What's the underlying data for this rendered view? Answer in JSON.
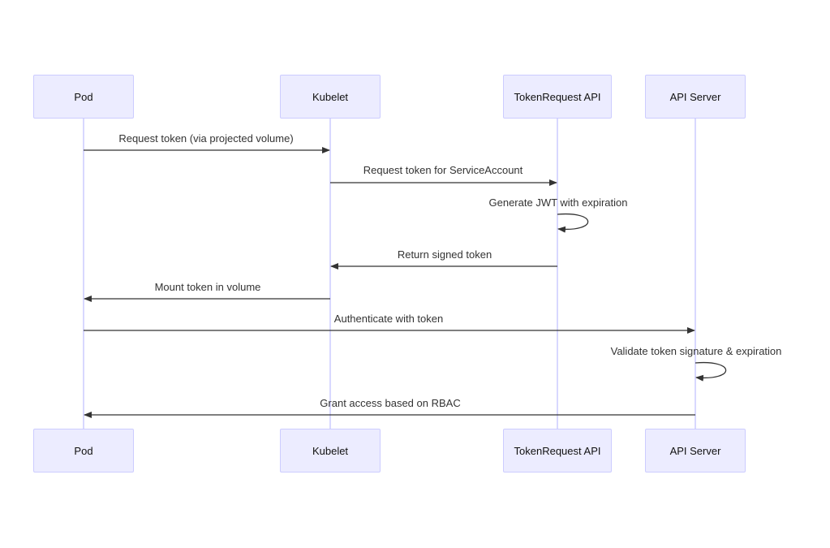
{
  "participants": [
    {
      "id": "pod",
      "label": "Pod"
    },
    {
      "id": "kubelet",
      "label": "Kubelet"
    },
    {
      "id": "tokenapi",
      "label": "TokenRequest API"
    },
    {
      "id": "apiserver",
      "label": "API Server"
    }
  ],
  "messages": [
    {
      "from": "pod",
      "to": "kubelet",
      "text": "Request token (via projected volume)"
    },
    {
      "from": "kubelet",
      "to": "tokenapi",
      "text": "Request token for ServiceAccount"
    },
    {
      "from": "tokenapi",
      "to": "tokenapi",
      "text": "Generate JWT with expiration"
    },
    {
      "from": "tokenapi",
      "to": "kubelet",
      "text": "Return signed token"
    },
    {
      "from": "kubelet",
      "to": "pod",
      "text": "Mount token in volume"
    },
    {
      "from": "pod",
      "to": "apiserver",
      "text": "Authenticate with token"
    },
    {
      "from": "apiserver",
      "to": "apiserver",
      "text": "Validate token signature & expiration"
    },
    {
      "from": "apiserver",
      "to": "pod",
      "text": "Grant access based on RBAC"
    }
  ],
  "colors": {
    "actor_fill": "#ECECFF",
    "actor_border": "#ccccff",
    "lifeline": "#ccccff",
    "arrow": "#333333",
    "text": "#333333"
  }
}
